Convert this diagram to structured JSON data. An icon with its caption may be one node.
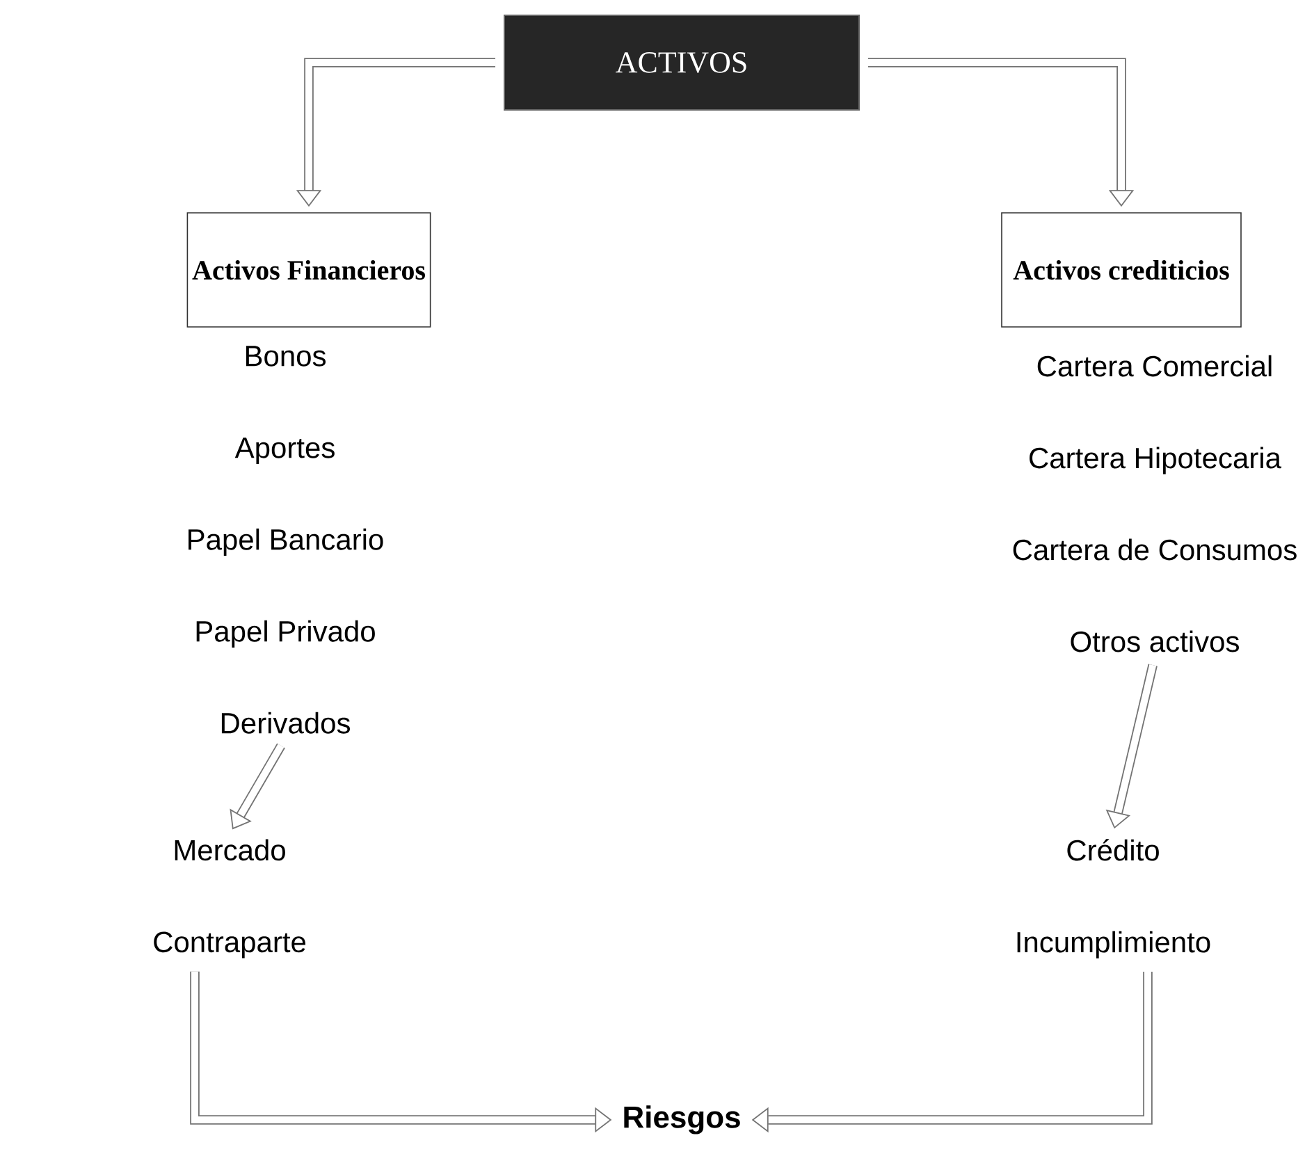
{
  "diagram": {
    "nodes": [
      {
        "text": [
          "ACTIVOS"
        ]
      },
      {
        "text": [
          "Activos Financieros"
        ]
      },
      {
        "text": [
          "Activos crediticios"
        ]
      },
      {
        "text": [
          "Bonos",
          "Aportes",
          "Papel Bancario",
          "Papel Privado",
          "Derivados"
        ]
      },
      {
        "text": [
          "Cartera Comercial",
          "Cartera Hipotecaria",
          "Cartera de Consumos",
          "Otros activos"
        ]
      },
      {
        "text": [
          "Mercado",
          "Contraparte"
        ]
      },
      {
        "text": [
          "Crédito",
          "Incumplimiento"
        ]
      },
      {
        "text": [
          "Riesgos"
        ]
      }
    ],
    "edges": [
      {
        "from": 0,
        "to": 1,
        "arrow": "to"
      },
      {
        "from": 0,
        "to": 2,
        "arrow": "to"
      },
      {
        "from": 3,
        "to": 5,
        "arrow": "to"
      },
      {
        "from": 4,
        "to": 6,
        "arrow": "to"
      },
      {
        "from": 5,
        "to": 7,
        "arrow": "to"
      },
      {
        "from": 6,
        "to": 7,
        "arrow": "to"
      }
    ]
  }
}
